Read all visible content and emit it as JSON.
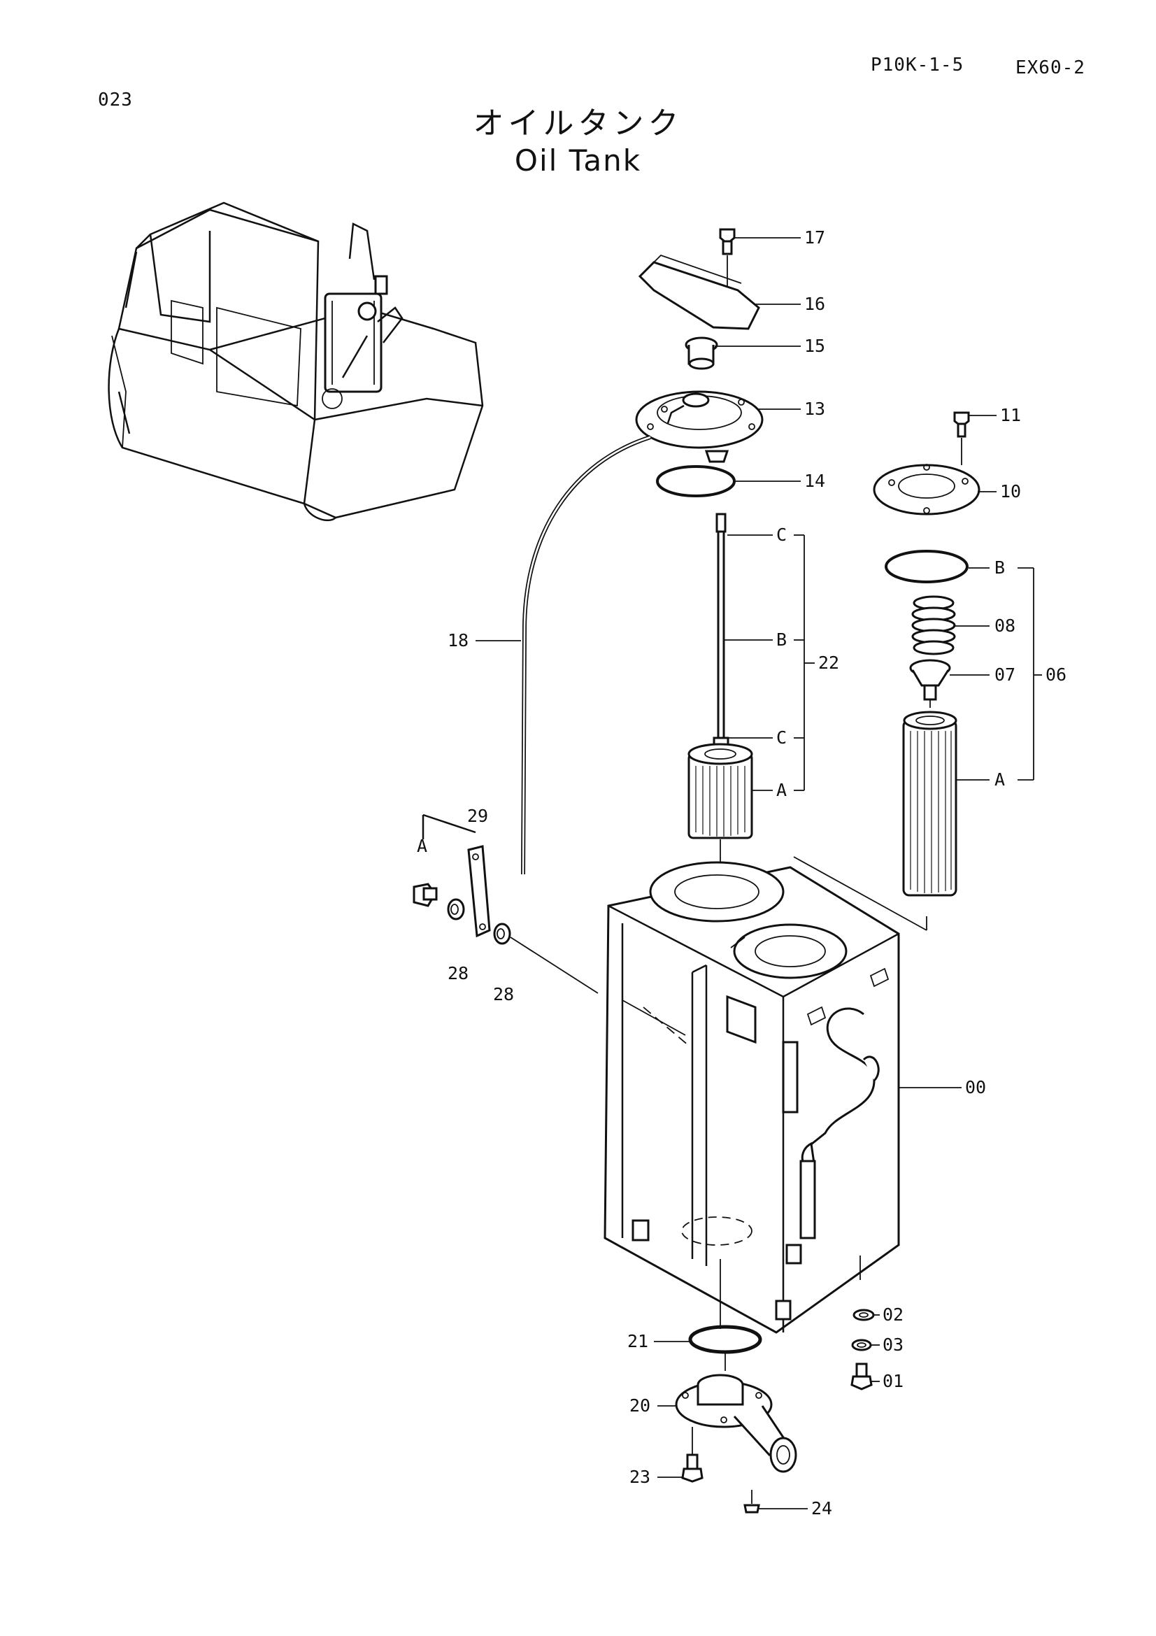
{
  "header": {
    "page_code": "023",
    "catalog_ref": "P10K-1-5",
    "model": "EX60-2"
  },
  "title": {
    "japanese": "オイルタンク",
    "english": "Oil Tank"
  },
  "callouts": [
    {
      "id": "17",
      "part": "bolt"
    },
    {
      "id": "16",
      "part": "bracket"
    },
    {
      "id": "15",
      "part": "cap"
    },
    {
      "id": "13",
      "part": "cover-plate"
    },
    {
      "id": "14",
      "part": "o-ring"
    },
    {
      "id": "11",
      "part": "bolt"
    },
    {
      "id": "10",
      "part": "cover"
    },
    {
      "id": "08",
      "part": "spring"
    },
    {
      "id": "07",
      "part": "valve"
    },
    {
      "id": "06",
      "part": "filter-assembly"
    },
    {
      "id": "22",
      "part": "strainer-assembly"
    },
    {
      "id": "18",
      "part": "hose"
    },
    {
      "id": "29",
      "part": "level-gauge"
    },
    {
      "id": "28",
      "part": "grommet"
    },
    {
      "id": "00",
      "part": "tank"
    },
    {
      "id": "02",
      "part": "washer"
    },
    {
      "id": "03",
      "part": "seal-washer"
    },
    {
      "id": "01",
      "part": "drain-plug"
    },
    {
      "id": "21",
      "part": "o-ring"
    },
    {
      "id": "20",
      "part": "suction-pipe"
    },
    {
      "id": "23",
      "part": "bolt"
    },
    {
      "id": "24",
      "part": "plug"
    }
  ],
  "sub_labels": {
    "a": "A",
    "b": "B",
    "c": "C"
  }
}
